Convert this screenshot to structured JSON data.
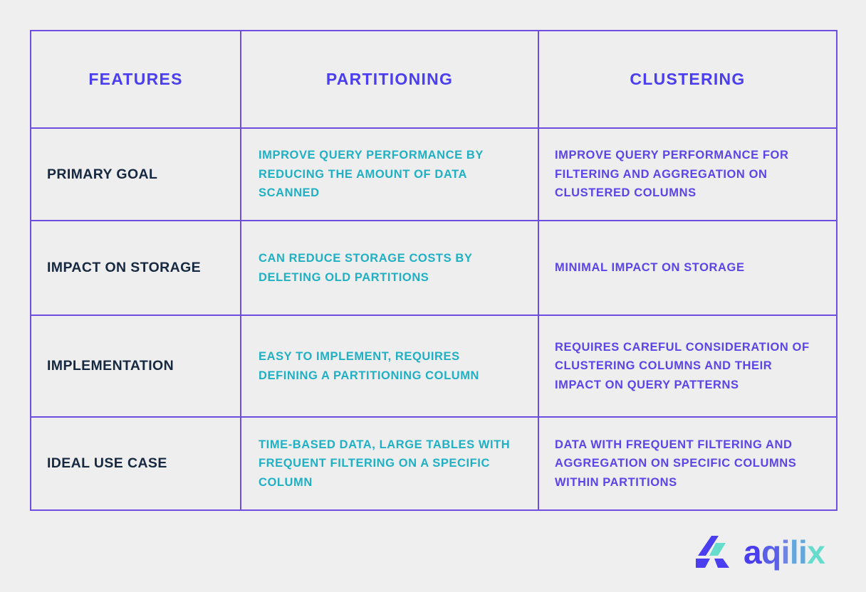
{
  "table": {
    "headers": [
      {
        "label": "FEATURES"
      },
      {
        "label": "PARTITIONING"
      },
      {
        "label": "CLUSTERING"
      }
    ],
    "rows": [
      {
        "feature": "PRIMARY GOAL",
        "partitioning": "IMPROVE QUERY PERFORMANCE BY REDUCING THE AMOUNT OF DATA SCANNED",
        "clustering": "IMPROVE QUERY PERFORMANCE FOR FILTERING AND AGGREGATION ON CLUSTERED COLUMNS"
      },
      {
        "feature": "IMPACT ON STORAGE",
        "partitioning": "CAN REDUCE STORAGE COSTS BY DELETING OLD PARTITIONS",
        "clustering": "MINIMAL IMPACT ON STORAGE"
      },
      {
        "feature": "IMPLEMENTATION",
        "partitioning": "EASY TO IMPLEMENT, REQUIRES DEFINING A PARTITIONING COLUMN",
        "clustering": "REQUIRES CAREFUL CONSIDERATION OF CLUSTERING COLUMNS AND THEIR IMPACT ON QUERY PATTERNS"
      },
      {
        "feature": "IDEAL USE CASE",
        "partitioning": "TIME-BASED DATA, LARGE TABLES WITH FREQUENT FILTERING ON A SPECIFIC COLUMN",
        "clustering": "DATA WITH FREQUENT FILTERING AND AGGREGATION ON SPECIFIC COLUMNS WITHIN PARTITIONS"
      }
    ]
  },
  "branding": {
    "logo_text_parts": [
      "a",
      "q",
      "i",
      "li",
      "x"
    ],
    "logo_name": "aqilix",
    "mark_icon": "aqilix-a-mark-icon"
  },
  "colors": {
    "page_background": "#efefef",
    "cell_background": "#eeeeee",
    "header_background": "#66dccd",
    "border": "#6c4fe0",
    "header_text": "#4b3ef0",
    "row_label_text": "#16283f",
    "partitioning_text": "#20b0c4",
    "clustering_text": "#5b44e8"
  }
}
